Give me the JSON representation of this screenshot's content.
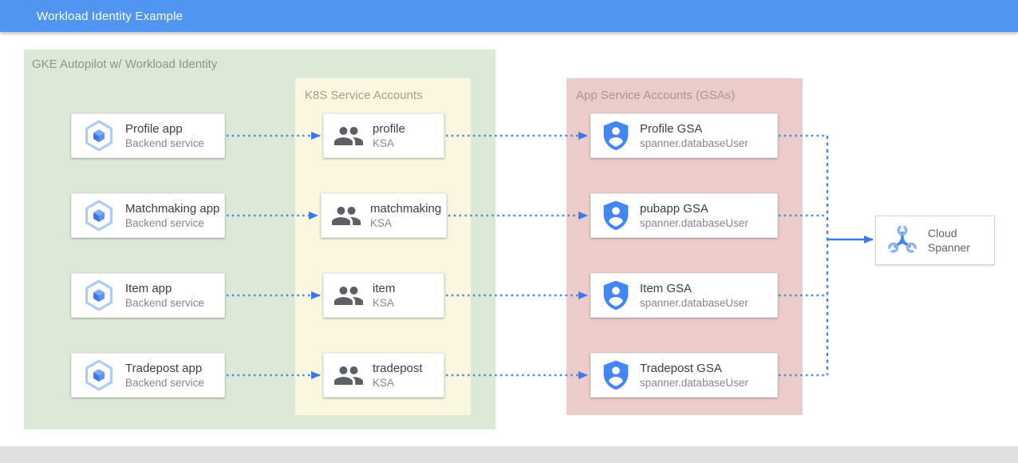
{
  "header": {
    "title": "Workload Identity Example"
  },
  "containers": {
    "gke": {
      "title": "GKE Autopilot w/ Workload Identity"
    },
    "ksa": {
      "title": "K8S Service Accounts"
    },
    "gsa": {
      "title": "App Service Accounts (GSAs)"
    }
  },
  "rows": [
    {
      "app": {
        "title": "Profile app",
        "subtitle": "Backend service"
      },
      "ksa": {
        "title": "profile",
        "subtitle": "KSA"
      },
      "gsa": {
        "title": "Profile GSA",
        "subtitle": "spanner.databaseUser"
      }
    },
    {
      "app": {
        "title": "Matchmaking app",
        "subtitle": "Backend service"
      },
      "ksa": {
        "title": "matchmaking",
        "subtitle": "KSA"
      },
      "gsa": {
        "title": "pubapp GSA",
        "subtitle": "spanner.databaseUser"
      }
    },
    {
      "app": {
        "title": "Item app",
        "subtitle": "Backend service"
      },
      "ksa": {
        "title": "item",
        "subtitle": "KSA"
      },
      "gsa": {
        "title": "Item GSA",
        "subtitle": "spanner.databaseUser"
      }
    },
    {
      "app": {
        "title": "Tradepost app",
        "subtitle": "Backend service"
      },
      "ksa": {
        "title": "tradepost",
        "subtitle": "KSA"
      },
      "gsa": {
        "title": "Tradepost GSA",
        "subtitle": "spanner.databaseUser"
      }
    }
  ],
  "spanner": {
    "line1": "Cloud",
    "line2": "Spanner"
  },
  "icons": {
    "app": "gke-hexagon-icon",
    "ksa": "people-group-icon",
    "gsa": "shield-user-icon",
    "spanner": "spanner-wrenches-icon"
  },
  "colors": {
    "header_bar": "#5095F0",
    "gke_container": "#DCE9D7",
    "ksa_container": "#FBF6DF",
    "gsa_container": "#ECCCCB",
    "connector_blue": "#4285F4",
    "node_title": "#3C4043",
    "node_subtitle": "#85898D",
    "footer_strip": "#E0E0E0"
  }
}
